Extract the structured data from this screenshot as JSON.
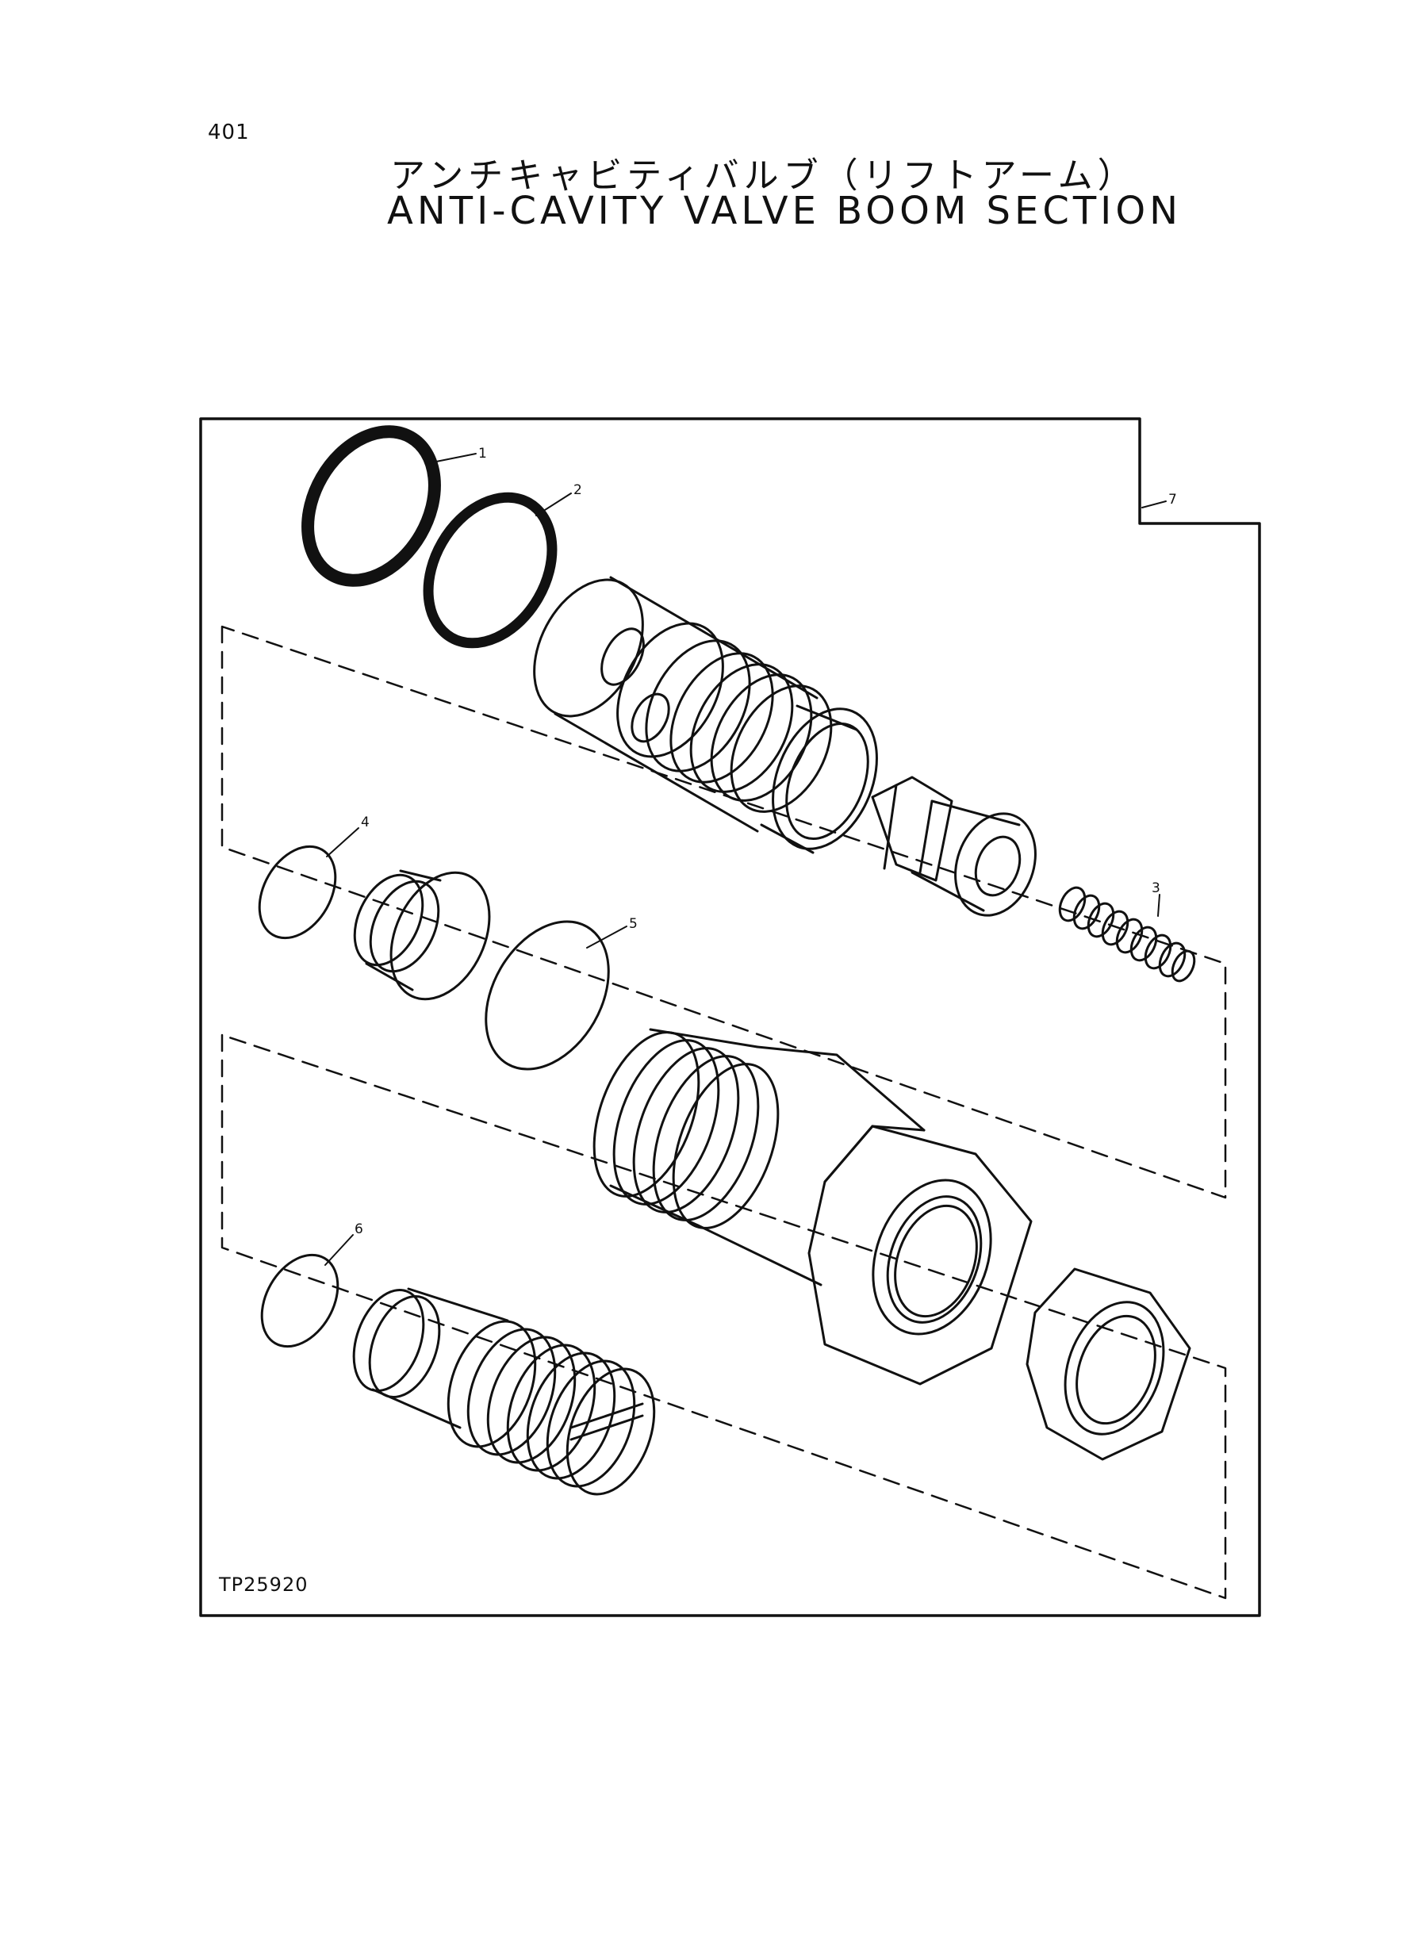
{
  "page": {
    "number": "401",
    "title_jp": "アンチキャビティバルブ（リフトアーム）",
    "title_en": "ANTI-CAVITY VALVE BOOM SECTION",
    "figure_code": "TP25920"
  },
  "callouts": [
    {
      "id": "1",
      "label": "1"
    },
    {
      "id": "2",
      "label": "2"
    },
    {
      "id": "3",
      "label": "3"
    },
    {
      "id": "4",
      "label": "4"
    },
    {
      "id": "5",
      "label": "5"
    },
    {
      "id": "6",
      "label": "6"
    },
    {
      "id": "7",
      "label": "7"
    }
  ]
}
